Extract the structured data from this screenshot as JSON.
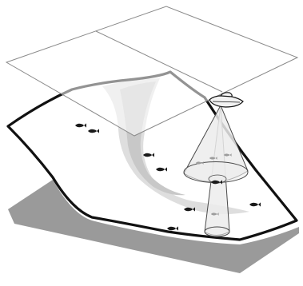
{
  "diagram": {
    "colors": {
      "background": "#ffffff",
      "outline": "#111111",
      "shadow": "#9a9a9a",
      "seabed": "#ffffff",
      "channel": "#dedede",
      "channel_inner": "#c8c8c8",
      "surface_plane": "#ffffff",
      "surface_line": "#8a8a8a",
      "cone": "#ececec",
      "cone_edge": "#4a4a4a",
      "boat": "#f2f2f2",
      "fish": "#1a1a1a",
      "fish_faint": "#9c9c9c"
    },
    "icons": {
      "boat": "boat-icon",
      "fish": "fish-icon",
      "upper_sonar_beam": "sonar-cone-icon",
      "lower_sonar_beam": "sonar-cone-icon"
    },
    "counts": {
      "fish_on_seabed": 8,
      "fish_in_upper_beam": 3,
      "fish_in_lower_beam": 1
    }
  }
}
